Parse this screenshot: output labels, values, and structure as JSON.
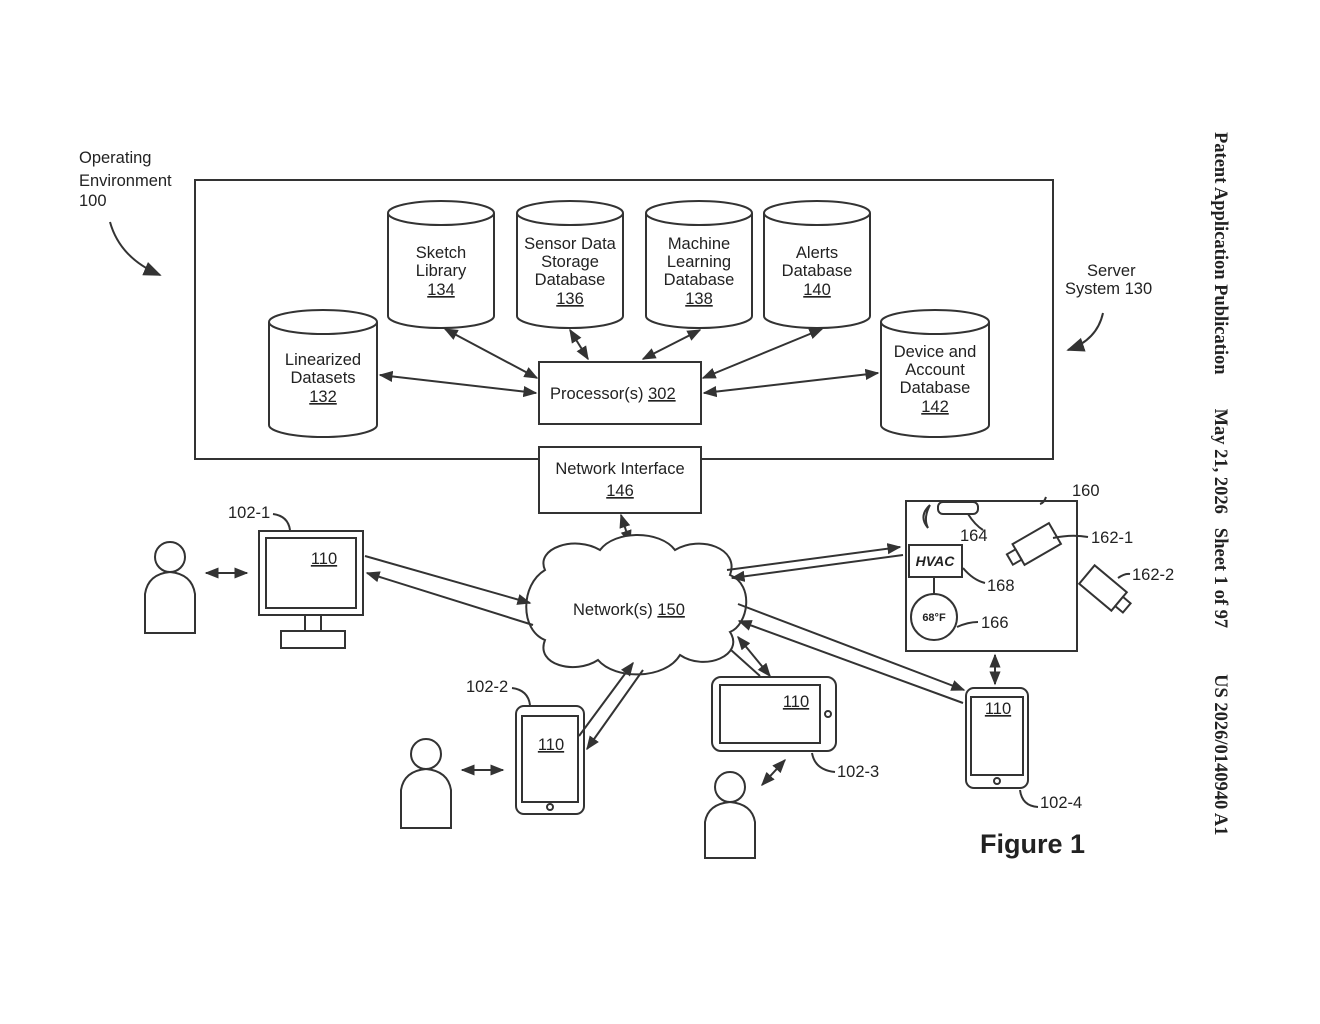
{
  "header": {
    "publication_type": "Patent Application Publication",
    "date": "May 21, 2026",
    "sheet": "Sheet 1 of 97",
    "pub_number": "US 2026/0140940 A1"
  },
  "operating_env": {
    "line1": "Operating",
    "line2": "Environment",
    "line3": "100"
  },
  "server": {
    "line1": "Server",
    "line2": "System 130"
  },
  "databases": {
    "sketch": {
      "l1": "Sketch",
      "l2": "Library",
      "num": "134"
    },
    "sensor": {
      "l1": "Sensor Data",
      "l2": "Storage",
      "l3": "Database",
      "num": "136"
    },
    "ml": {
      "l1": "Machine",
      "l2": "Learning",
      "l3": "Database",
      "num": "138"
    },
    "alerts": {
      "l1": "Alerts",
      "l2": "Database",
      "num": "140"
    },
    "linearized": {
      "l1": "Linearized",
      "l2": "Datasets",
      "num": "132"
    },
    "device": {
      "l1": "Device and",
      "l2": "Account",
      "l3": "Database",
      "num": "142"
    }
  },
  "processor": {
    "label": "Processor(s) ",
    "num": "302"
  },
  "netif": {
    "label": "Network Interface",
    "num": "146"
  },
  "network": {
    "label": "Network(s) ",
    "num": "150"
  },
  "clients": {
    "c1": {
      "id": "102-1",
      "screen": "110"
    },
    "c2": {
      "id": "102-2",
      "screen": "110"
    },
    "c3": {
      "id": "102-3",
      "screen": "110"
    },
    "c4": {
      "id": "102-4",
      "screen": "110"
    }
  },
  "smart_home": {
    "id": "160",
    "speaker": "164",
    "camera1": "162-1",
    "camera2": "162-2",
    "hvac_label": "HVAC",
    "hvac_num": "168",
    "thermostat_temp": "68°F",
    "thermostat_num": "166"
  },
  "figure_label": "Figure 1"
}
